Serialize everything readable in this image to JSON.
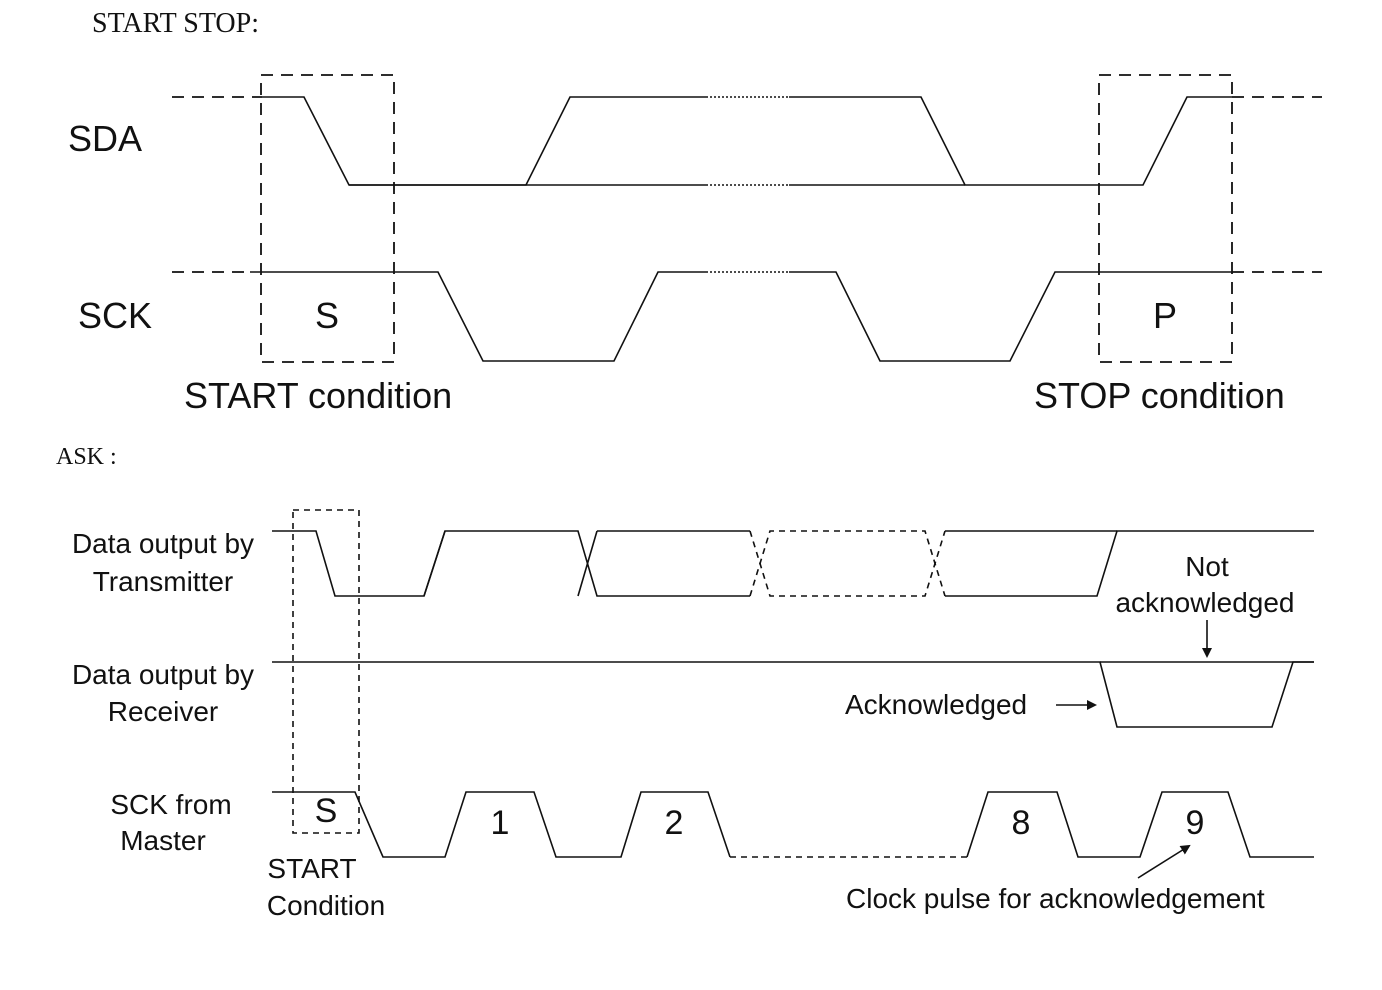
{
  "headings": {
    "start_stop": "START STOP:",
    "ask": "ASK :"
  },
  "start_stop_diagram": {
    "sda_label": "SDA",
    "sck_label": "SCK",
    "start_marker": "S",
    "stop_marker": "P",
    "start_caption": "START condition",
    "stop_caption": "STOP condition"
  },
  "ack_diagram": {
    "transmitter_label_1": "Data output by",
    "transmitter_label_2": "Transmitter",
    "receiver_label_1": "Data output by",
    "receiver_label_2": "Receiver",
    "sck_label_1": "SCK from",
    "sck_label_2": "Master",
    "start_marker": "S",
    "start_caption_1": "START",
    "start_caption_2": "Condition",
    "pulse_1": "1",
    "pulse_2": "2",
    "pulse_8": "8",
    "pulse_9": "9",
    "not_ack_1": "Not",
    "not_ack_2": "acknowledged",
    "acknowledged": "Acknowledged",
    "clock_pulse_caption": "Clock pulse for acknowledgement"
  }
}
